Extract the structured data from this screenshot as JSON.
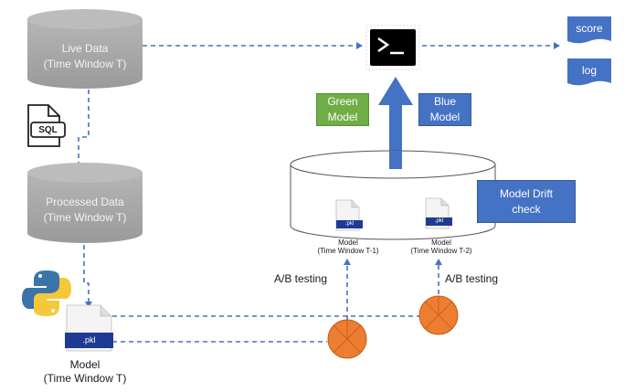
{
  "live_db": {
    "title": "Live Data",
    "subtitle": "(Time Window T)"
  },
  "processed_db": {
    "title": "Processed Data",
    "subtitle": "(Time Window T)"
  },
  "sql_icon": {
    "label": "SQL",
    "icon": "sql-file-icon"
  },
  "python_icon": {
    "icon": "python-logo-icon"
  },
  "terminal_icon": {
    "glyph": ">_",
    "icon": "terminal-icon"
  },
  "outputs": {
    "score": "score",
    "log": "log"
  },
  "green_model": {
    "label": "Green\nModel",
    "color": "#70ad47"
  },
  "blue_model": {
    "label": "Blue\nModel",
    "color": "#4472c4"
  },
  "drift_check": {
    "label": "Model Drift\ncheck",
    "color": "#4472c4"
  },
  "models": {
    "t1": {
      "ext": ".pkl",
      "name": "Model",
      "window": "(Time Window T-1)"
    },
    "t2": {
      "ext": ".pkl",
      "name": "Model",
      "window": "(Time Window T-2)"
    },
    "t": {
      "ext": ".pkl",
      "name": "Model",
      "window": "(Time Window T)"
    }
  },
  "ab_labels": {
    "left": "A/B testing",
    "right": "A/B testing"
  },
  "colors": {
    "connector": "#4472c4",
    "db_fill": "#a6a6a6",
    "splitter": "#ed7d31"
  }
}
